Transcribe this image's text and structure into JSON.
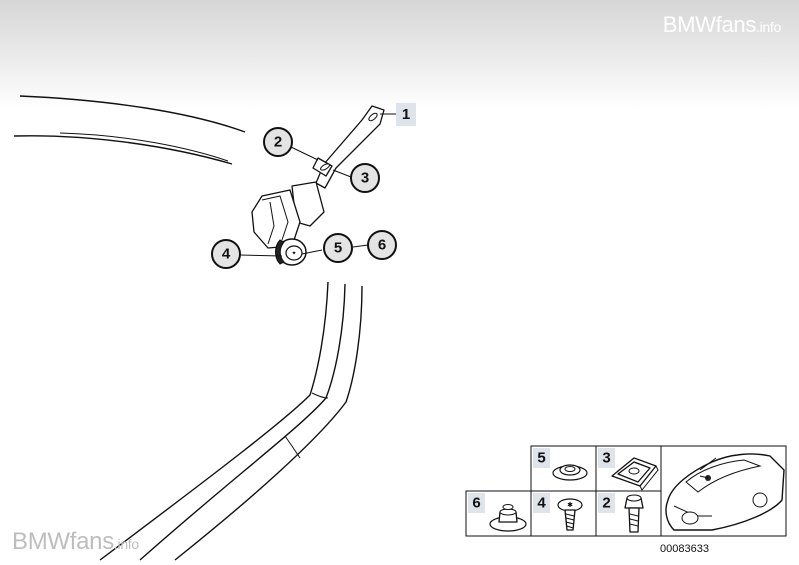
{
  "watermark": {
    "brand": "BMWfans",
    "suffix": ".info"
  },
  "callouts": [
    {
      "label": "1"
    },
    {
      "label": "2"
    },
    {
      "label": "3"
    },
    {
      "label": "4"
    },
    {
      "label": "5"
    },
    {
      "label": "6"
    }
  ],
  "parts_panel": {
    "cells": [
      {
        "label": "5"
      },
      {
        "label": "3"
      },
      {
        "label": "6"
      },
      {
        "label": "4"
      },
      {
        "label": "2"
      }
    ],
    "reference_number": "00083633"
  }
}
